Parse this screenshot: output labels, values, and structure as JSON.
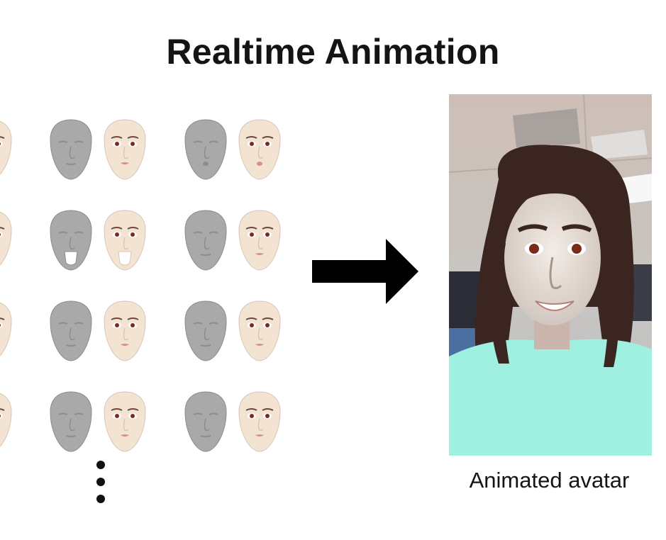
{
  "title": "Realtime Animation",
  "caption": "Animated avatar",
  "colors": {
    "gray_face": "#a9a9a9",
    "gray_face_shadow": "#8c8c8c",
    "skin": "#f2e3d3",
    "skin_shadow": "#d9c6b3",
    "lip": "#d98f8f",
    "eye": "#7a2b1a",
    "hair": "#3a2520",
    "shirt": "#9ff0e0",
    "arrow": "#000000"
  },
  "icons": {
    "arrow": "right-arrow",
    "ellipsis": "vertical-ellipsis"
  }
}
